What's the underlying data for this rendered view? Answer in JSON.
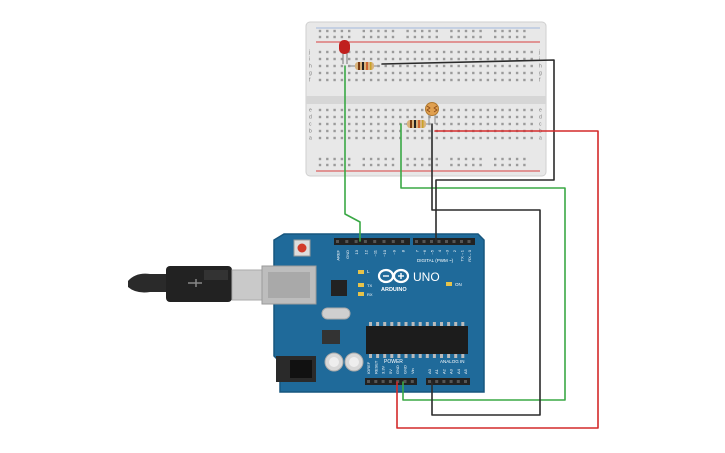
{
  "board": {
    "brand": "ARDUINO",
    "model": "UNO",
    "digital_header_label": "DIGITAL (PWM ~)",
    "power_label": "POWER",
    "analog_label": "ANALOG IN",
    "led_on_label": "ON",
    "led_l_label": "L",
    "led_tx_label": "TX",
    "led_rx_label": "RX",
    "power_pins": [
      "IOREF",
      "RESET",
      "3.3V",
      "5V",
      "GND",
      "GND",
      "Vin"
    ],
    "analog_pins": [
      "A0",
      "A1",
      "A2",
      "A3",
      "A4",
      "A5"
    ],
    "digital_pins_left": [
      "AREF",
      "GND",
      "13",
      "12",
      "~11",
      "~10",
      "~9",
      "8"
    ],
    "digital_pins_right": [
      "7",
      "~6",
      "~5",
      "4",
      "~3",
      "2",
      "TX→1",
      "RX←0"
    ]
  },
  "breadboard": {
    "row_letters_top": [
      "j",
      "i",
      "h",
      "g",
      "f"
    ],
    "row_letters_bottom": [
      "e",
      "d",
      "c",
      "b",
      "a"
    ],
    "columns": 30
  },
  "colors": {
    "board_blue": "#1f6a9a",
    "board_dark": "#17567e",
    "wire_green": "#3aa845",
    "wire_red": "#d42a2a",
    "wire_black": "#2b2b2b",
    "breadboard": "#e9e9e9",
    "led_red": "#c0201e"
  }
}
